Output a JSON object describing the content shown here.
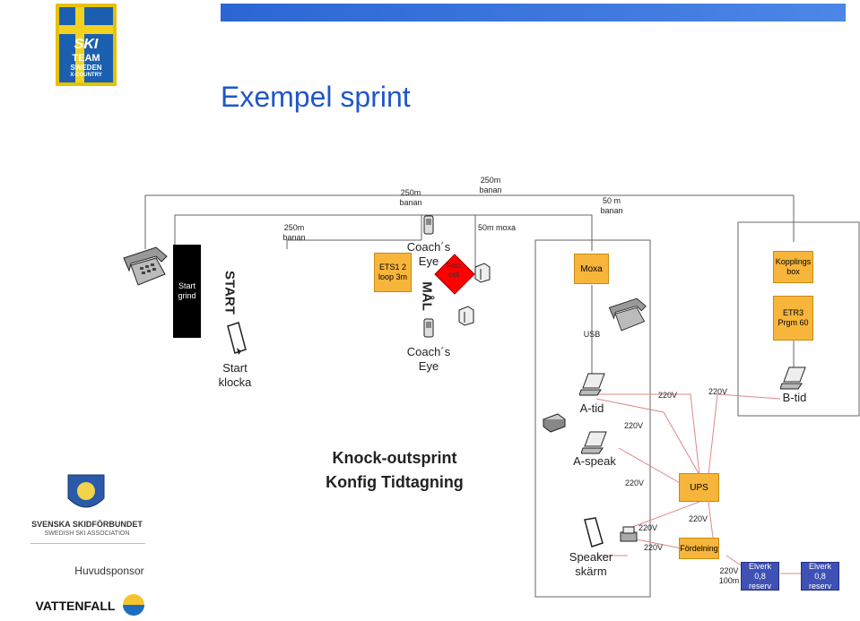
{
  "logo": {
    "line1": "SKI",
    "line2": "TEAM",
    "line3": "SWEDEN",
    "line4": "X-COUNTRY"
  },
  "title": "Exempel sprint",
  "colors": {
    "title": "#1f57c9",
    "banner": "#2f6fd8",
    "red": "#ff0000",
    "orange": "#f5a623",
    "blue_box": "#3f51b5",
    "line": "#555555",
    "pink": "#e8b3b3"
  },
  "start_grind": "Start grind",
  "start_vertical": "START",
  "mal_vertical": "MÅL",
  "start_klocka": "Start klocka",
  "banan_250_a": "250m banan",
  "banan_250_b": "250m banan",
  "banan_250_c": "250m banan",
  "banan_50": "50 m banan",
  "moxa_50": "50m moxa",
  "ets1": "ETS1 2 loop 3m",
  "coachs_eye_top": "Coach´s Eye",
  "coachs_eye_bottom": "Coach´s Eye",
  "foto_cell": "Foto cell",
  "moxa": "Moxa",
  "usb": "USB",
  "kopplings_box": "Kopplings box",
  "etr3": "ETR3 Prgm 60",
  "b_tid": "B-tid",
  "a_tid": "A-tid",
  "a_speak": "A-speak",
  "knock_line1": "Knock-outsprint",
  "knock_line2": "Konfig Tidtagning",
  "ups": "UPS",
  "fordelning": "Fördelning",
  "speaker": "Speaker skärm",
  "v220": "220V",
  "v220_100m": "220V 100m",
  "elverk1": "Elverk 0,8 reserv",
  "elverk2": "Elverk 0,8 reserv",
  "ski_federation_1": "SVENSKA SKIDFÖRBUNDET",
  "ski_federation_2": "SWEDISH SKI ASSOCIATION",
  "huvudsponsor": "Huvudsponsor",
  "vattenfall": "VATTENFALL"
}
